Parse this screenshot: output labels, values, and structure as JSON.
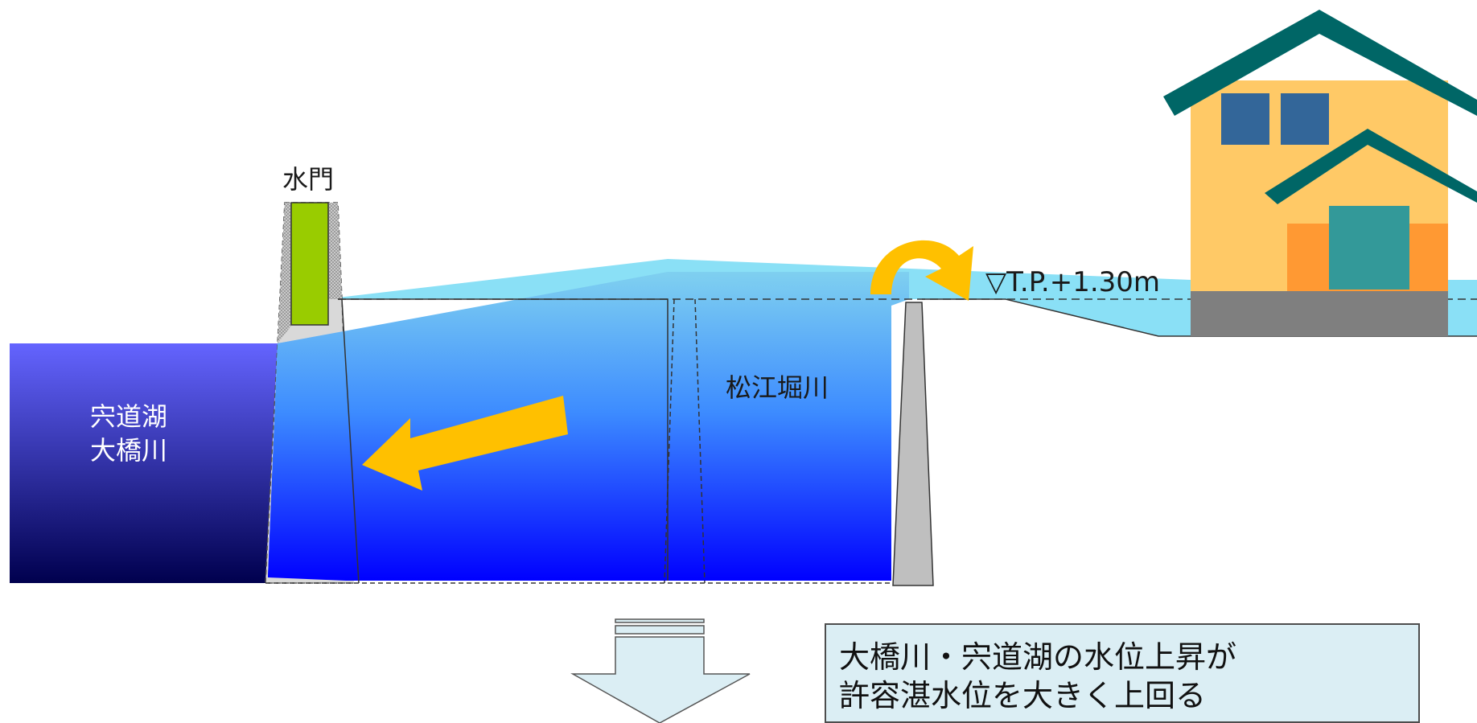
{
  "labels": {
    "gate": "水門",
    "lake_line1": "宍道湖",
    "lake_line2": "大橋川",
    "river": "松江堀川",
    "water_level": "▽T.P.+1.30m"
  },
  "note": {
    "line1": "大橋川・宍道湖の水位上昇が",
    "line2": "許容湛水位を大きく上回る"
  },
  "colors": {
    "lake_top": "#6464ff",
    "lake_bottom": "#00004e",
    "river_top": "#7fd0f0",
    "river_bottom": "#0000ff",
    "overflow_water": "#8ae0f6",
    "gate": "#99cc00",
    "arrow": "#ffc000",
    "wall": "#bfbfbf",
    "house_wall": "#ffc966",
    "house_base": "#ff9933",
    "roof": "#006666",
    "window": "#336699",
    "door": "#339999",
    "foundation": "#7f7f7f",
    "note_bg": "#dbeef4"
  }
}
